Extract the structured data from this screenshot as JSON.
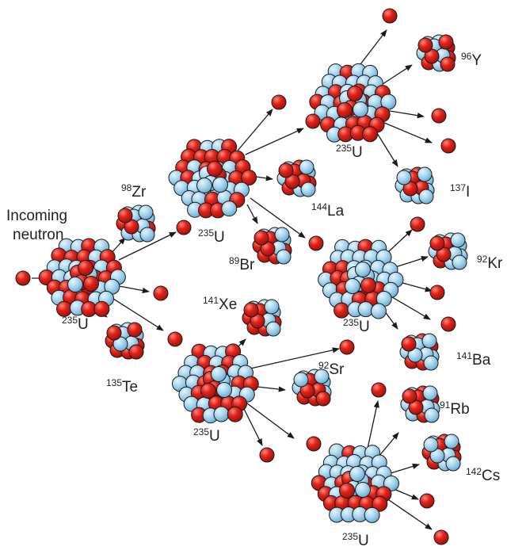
{
  "diagram": {
    "incoming_label_line1": "Incoming",
    "incoming_label_line2": "neutron",
    "colors": {
      "proton": "#e2231a",
      "neutron": "#a6d4ee",
      "outline": "#1a1a1a",
      "arrow": "#1a1a1a"
    },
    "labels": [
      {
        "id": "u1",
        "mass": "235",
        "symbol": "U"
      },
      {
        "id": "zr",
        "mass": "98",
        "symbol": "Zr"
      },
      {
        "id": "te",
        "mass": "135",
        "symbol": "Te"
      },
      {
        "id": "u2",
        "mass": "235",
        "symbol": "U"
      },
      {
        "id": "br",
        "mass": "89",
        "symbol": "Br"
      },
      {
        "id": "la",
        "mass": "144",
        "symbol": "La"
      },
      {
        "id": "u3",
        "mass": "235",
        "symbol": "U"
      },
      {
        "id": "y",
        "mass": "96",
        "symbol": "Y"
      },
      {
        "id": "i",
        "mass": "137",
        "symbol": "I"
      },
      {
        "id": "u4",
        "mass": "235",
        "symbol": "U"
      },
      {
        "id": "kr",
        "mass": "92",
        "symbol": "Kr"
      },
      {
        "id": "ba",
        "mass": "141",
        "symbol": "Ba"
      },
      {
        "id": "xe",
        "mass": "141",
        "symbol": "Xe"
      },
      {
        "id": "u5",
        "mass": "235",
        "symbol": "U"
      },
      {
        "id": "sr",
        "mass": "92",
        "symbol": "Sr"
      },
      {
        "id": "u6",
        "mass": "235",
        "symbol": "U"
      },
      {
        "id": "rb",
        "mass": "91",
        "symbol": "Rb"
      },
      {
        "id": "cs",
        "mass": "142",
        "symbol": "Cs"
      }
    ]
  }
}
